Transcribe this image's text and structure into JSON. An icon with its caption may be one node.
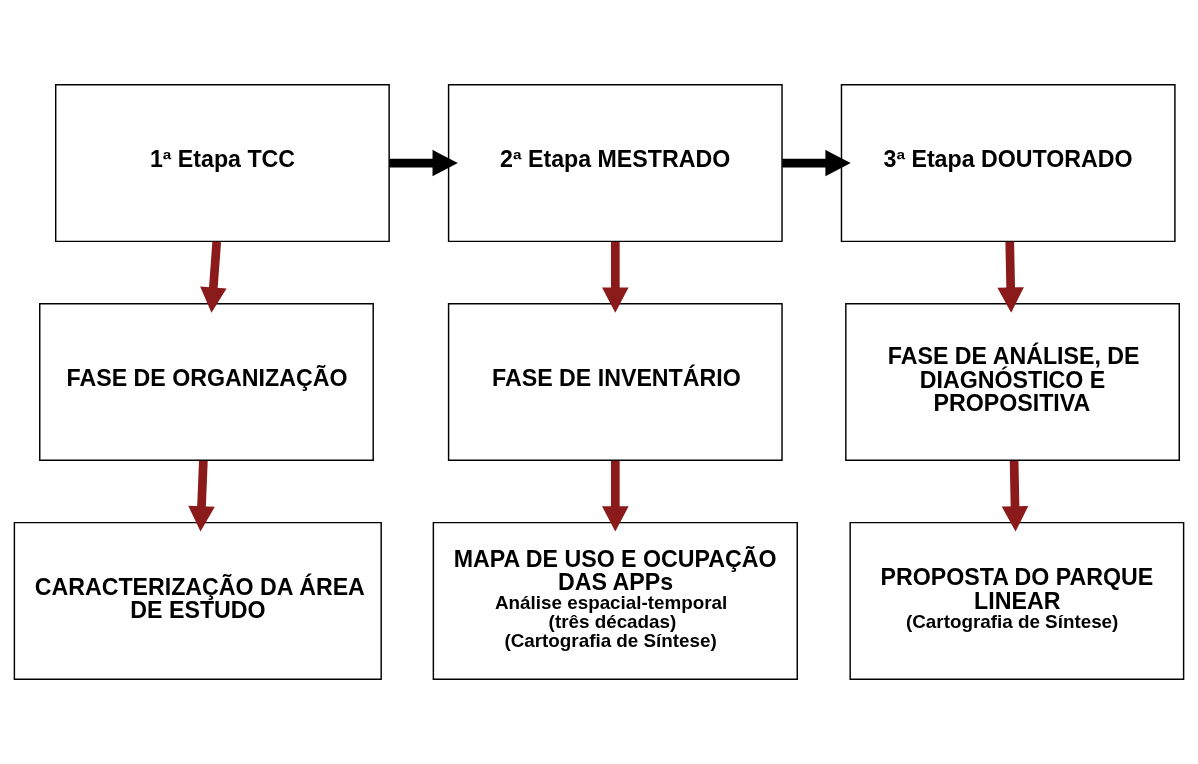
{
  "diagram": {
    "nodes": [
      {
        "text": [
          "1ª Etapa TCC"
        ]
      },
      {
        "text": [
          "2ª Etapa MESTRADO"
        ]
      },
      {
        "text": [
          "3ª Etapa DOUTORADO"
        ]
      },
      {
        "text": [
          "FASE DE ORGANIZAÇÃO"
        ]
      },
      {
        "text": [
          "FASE DE INVENTÁRIO"
        ]
      },
      {
        "text": [
          "FASE DE ANÁLISE, DE DIAGNÓSTICO E PROPOSITIVA"
        ]
      },
      {
        "text": [
          "CARACTERIZAÇÃO DA ÁREA DE ESTUDO"
        ]
      },
      {
        "text": [
          "MAPA DE USO E OCUPAÇÃO DAS APPs",
          "Análise espacial-temporal (três décadas)",
          "(Cartografia de Síntese)"
        ]
      },
      {
        "text": [
          "PROPOSTA DO PARQUE LINEAR",
          "(Cartografia de Síntese)"
        ]
      }
    ],
    "edges": [
      {
        "from": 0,
        "to": 1,
        "arrow": "to",
        "color": "#000000"
      },
      {
        "from": 1,
        "to": 2,
        "arrow": "to",
        "color": "#000000"
      },
      {
        "from": 0,
        "to": 3,
        "arrow": "to"
      },
      {
        "from": 1,
        "to": 4,
        "arrow": "to"
      },
      {
        "from": 2,
        "to": 5,
        "arrow": "to"
      },
      {
        "from": 3,
        "to": 6,
        "arrow": "to"
      },
      {
        "from": 4,
        "to": 7,
        "arrow": "to"
      },
      {
        "from": 5,
        "to": 8,
        "arrow": "to"
      }
    ]
  }
}
